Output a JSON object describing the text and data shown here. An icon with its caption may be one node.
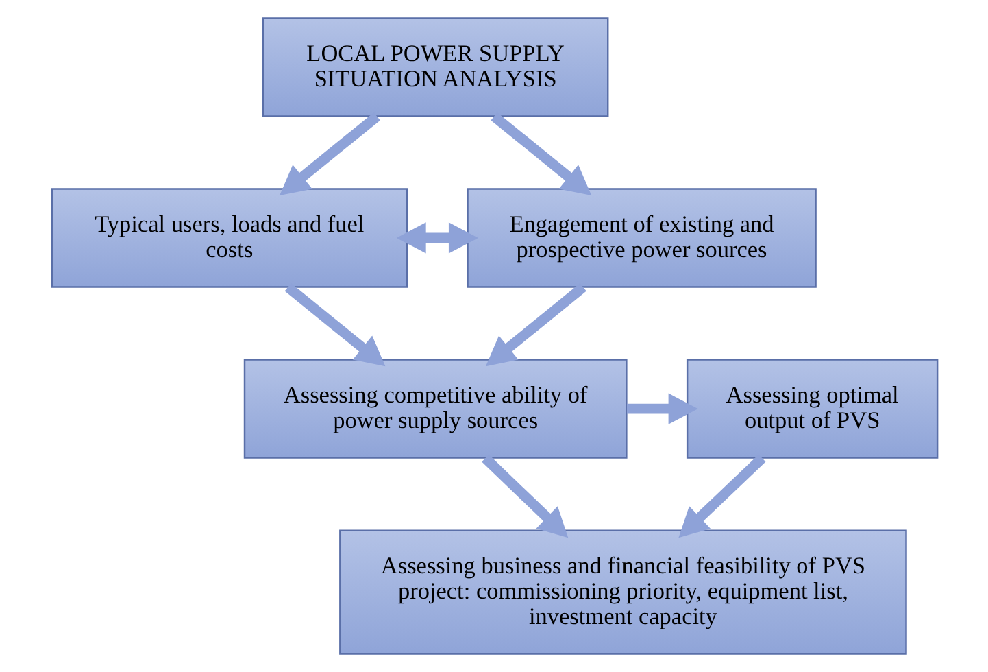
{
  "diagram": {
    "nodes": [
      {
        "text": [
          "LOCAL POWER SUPPLY SITUATION ANALYSIS"
        ]
      },
      {
        "text": [
          "Typical users, loads and fuel costs"
        ]
      },
      {
        "text": [
          "Engagement of existing and prospective power sources"
        ]
      },
      {
        "text": [
          "Assessing competitive ability of power supply sources"
        ]
      },
      {
        "text": [
          "Assessing optimal output of PVS"
        ]
      },
      {
        "text": [
          "Assessing business and financial feasibility of PVS project: commissioning priority, equipment list, investment capacity"
        ]
      }
    ],
    "edges": [
      {
        "from": 0,
        "to": 1,
        "arrow": "to"
      },
      {
        "from": 0,
        "to": 2,
        "arrow": "to"
      },
      {
        "from": 1,
        "to": 2,
        "arrow": "both"
      },
      {
        "from": 1,
        "to": 3,
        "arrow": "to"
      },
      {
        "from": 2,
        "to": 3,
        "arrow": "to"
      },
      {
        "from": 3,
        "to": 4,
        "arrow": "to"
      },
      {
        "from": 3,
        "to": 5,
        "arrow": "to"
      },
      {
        "from": 4,
        "to": 5,
        "arrow": "to"
      }
    ]
  }
}
